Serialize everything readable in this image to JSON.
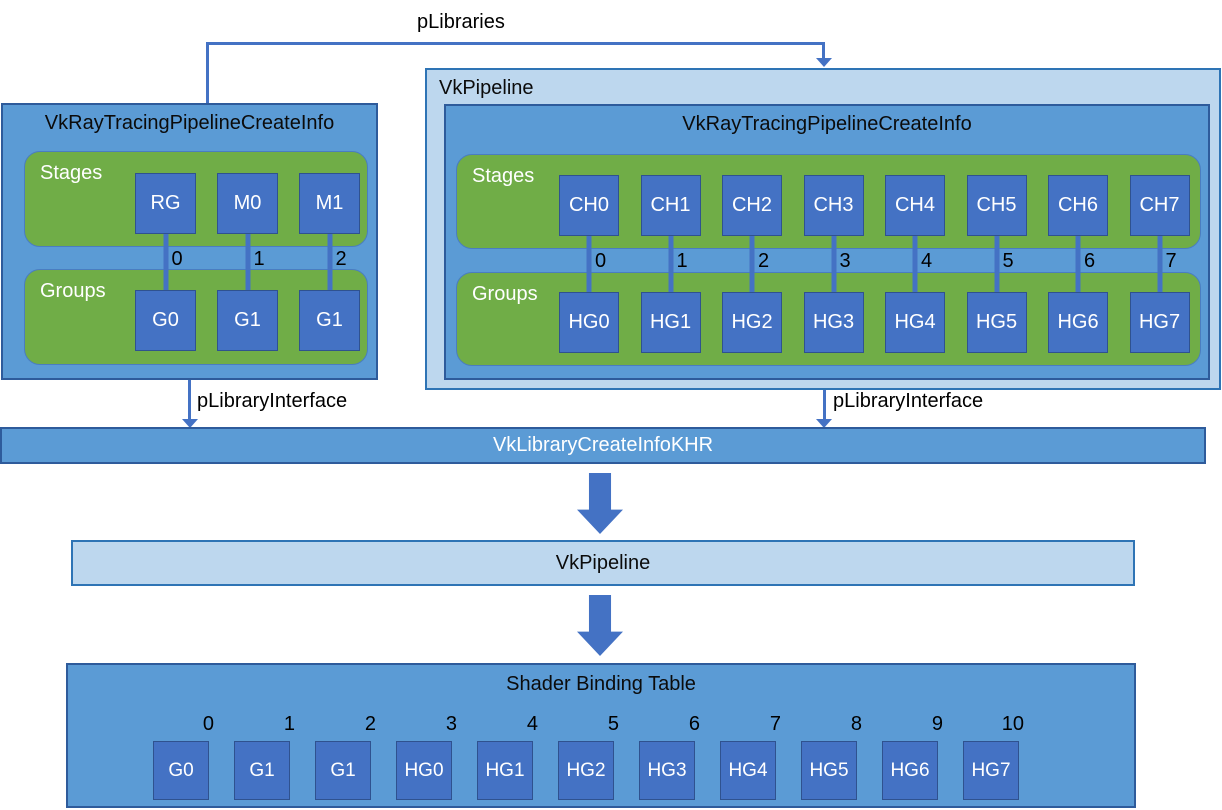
{
  "colors": {
    "medium_blue": "#5B9BD5",
    "light_blue": "#BDD7EE",
    "cell_blue": "#4472C4",
    "green": "#70AD47",
    "connector_blue": "#4472C4"
  },
  "connectors": {
    "plibraries_label": "pLibraries",
    "plibrary_interface_left_label": "pLibraryInterface",
    "plibrary_interface_right_label": "pLibraryInterface"
  },
  "library_box": {
    "title": "VkRayTracingPipelineCreateInfo",
    "stages_label": "Stages",
    "groups_label": "Groups",
    "stages": [
      "RG",
      "M0",
      "M1"
    ],
    "indices": [
      "0",
      "1",
      "2"
    ],
    "groups": [
      "G0",
      "G1",
      "G1"
    ]
  },
  "pipeline_box": {
    "title": "VkPipeline",
    "inner_title": "VkRayTracingPipelineCreateInfo",
    "stages_label": "Stages",
    "groups_label": "Groups",
    "stages": [
      "CH0",
      "CH1",
      "CH2",
      "CH3",
      "CH4",
      "CH5",
      "CH6",
      "CH7"
    ],
    "indices": [
      "0",
      "1",
      "2",
      "3",
      "4",
      "5",
      "6",
      "7"
    ],
    "groups": [
      "HG0",
      "HG1",
      "HG2",
      "HG3",
      "HG4",
      "HG5",
      "HG6",
      "HG7"
    ]
  },
  "library_create_info_bar": {
    "label": "VkLibraryCreateInfoKHR"
  },
  "pipeline_bar": {
    "label": "VkPipeline"
  },
  "shader_binding_table": {
    "title": "Shader Binding Table",
    "entries": [
      {
        "index": "0",
        "label": "G0"
      },
      {
        "index": "1",
        "label": "G1"
      },
      {
        "index": "2",
        "label": "G1"
      },
      {
        "index": "3",
        "label": "HG0"
      },
      {
        "index": "4",
        "label": "HG1"
      },
      {
        "index": "5",
        "label": "HG2"
      },
      {
        "index": "6",
        "label": "HG3"
      },
      {
        "index": "7",
        "label": "HG4"
      },
      {
        "index": "8",
        "label": "HG5"
      },
      {
        "index": "9",
        "label": "HG6"
      },
      {
        "index": "10",
        "label": "HG7"
      }
    ]
  }
}
